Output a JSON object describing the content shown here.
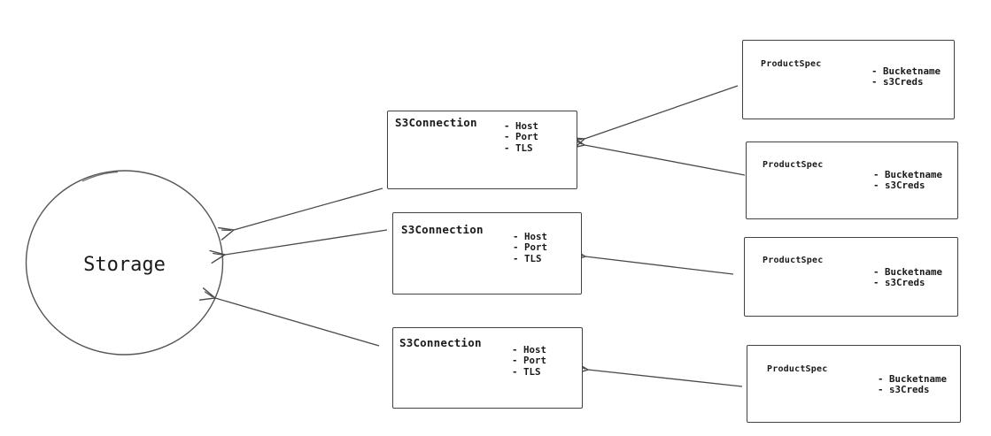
{
  "diagram": {
    "colors": {
      "background": "#ffffff",
      "stroke": "#4a4a4a",
      "text": "#1a1a1a"
    },
    "storage": {
      "label": "Storage"
    },
    "s3_connections": [
      {
        "title": "S3Connection",
        "attributes": [
          "- Host",
          "- Port",
          "- TLS"
        ]
      },
      {
        "title": "S3Connection",
        "attributes": [
          "- Host",
          "- Port",
          "- TLS"
        ]
      },
      {
        "title": "S3Connection",
        "attributes": [
          "- Host",
          "- Port",
          "- TLS"
        ]
      }
    ],
    "product_specs": [
      {
        "title": "ProductSpec",
        "attributes": [
          "- Bucketname",
          "- s3Creds"
        ]
      },
      {
        "title": "ProductSpec",
        "attributes": [
          "- Bucketname",
          "- s3Creds"
        ]
      },
      {
        "title": "ProductSpec",
        "attributes": [
          "- Bucketname",
          "- s3Creds"
        ]
      },
      {
        "title": "ProductSpec",
        "attributes": [
          "- Bucketname",
          "- s3Creds"
        ]
      }
    ]
  }
}
